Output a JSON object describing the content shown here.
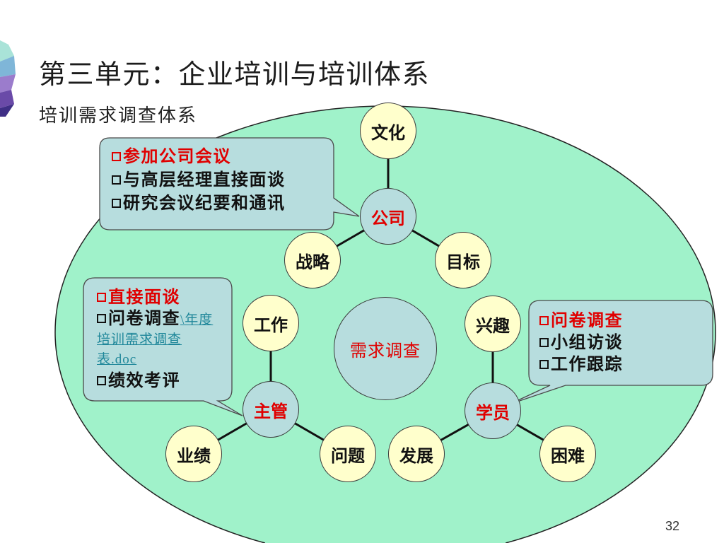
{
  "slide": {
    "title": "第三单元：企业培训与培训体系",
    "subtitle": "培训需求调查体系",
    "page_number": "32"
  },
  "diagram": {
    "center": "需求调查",
    "company": {
      "hub": "公司",
      "spokes": [
        "文化",
        "战略",
        "目标"
      ],
      "callout": [
        {
          "text": "参加公司会议",
          "highlight": true
        },
        {
          "text": "与高层经理直接面谈",
          "highlight": false
        },
        {
          "text": "研究会议纪要和通讯",
          "highlight": false
        }
      ]
    },
    "supervisor": {
      "hub": "主管",
      "spokes": [
        "工作",
        "业绩",
        "问题"
      ],
      "callout": [
        {
          "text": "直接面谈",
          "highlight": true
        },
        {
          "text": "问卷调查",
          "highlight": false,
          "link_lines": [
            "\\年度",
            "培训需求调查",
            "表.doc"
          ]
        },
        {
          "text": "绩效考评",
          "highlight": false
        }
      ]
    },
    "student": {
      "hub": "学员",
      "spokes": [
        "兴趣",
        "发展",
        "困难"
      ],
      "callout": [
        {
          "text": "问卷调查",
          "highlight": true
        },
        {
          "text": "小组访谈",
          "highlight": false
        },
        {
          "text": "工作跟踪",
          "highlight": false
        }
      ]
    }
  },
  "colors": {
    "accent_red": "#e00000",
    "ellipse_fill": "#a0f2ca",
    "hub_fill": "#b7ddde",
    "leaf_fill": "#ffffcc",
    "callout_fill": "#b7ddde",
    "link": "#1f879a"
  }
}
